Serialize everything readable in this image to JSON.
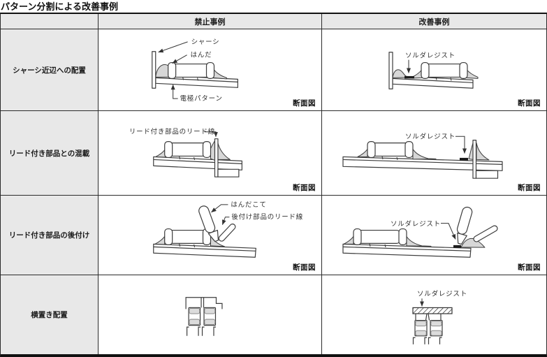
{
  "title": "パターン分割による改善事例",
  "table": {
    "col_headers": [
      "禁止事例",
      "改善事例"
    ],
    "rows": [
      {
        "label": "シャーシ近辺への配置",
        "prohibited": {
          "labels": {
            "chassis": "シャーシ",
            "solder": "はんだ",
            "electrode_pattern": "電極パターン"
          },
          "caption": "断面図"
        },
        "improved": {
          "labels": {
            "solder_resist": "ソルダレジスト"
          },
          "caption": "断面図"
        }
      },
      {
        "label": "リード付き部品との混載",
        "prohibited": {
          "labels": {
            "lead_wire": "リード付き部品のリード線"
          },
          "caption": "断面図"
        },
        "improved": {
          "labels": {
            "solder_resist": "ソルダレジスト"
          },
          "caption": "断面図"
        }
      },
      {
        "label": "リード付き部品の後付け",
        "prohibited": {
          "labels": {
            "soldering_iron": "はんだこて",
            "retrofit_lead_wire": "後付け部品のリード線"
          },
          "caption": "断面図"
        },
        "improved": {
          "labels": {
            "solder_resist": "ソルダレジスト"
          },
          "caption": "断面図"
        }
      },
      {
        "label": "横置き配置",
        "prohibited": {
          "labels": {}
        },
        "improved": {
          "labels": {
            "solder_resist": "ソルダレジスト"
          }
        }
      }
    ]
  },
  "colors": {
    "header_bg": "#e8e8e8",
    "line": "#3c3c3c",
    "solder_fill": "#d7d7d7",
    "resist_mark": "#1c1c1c",
    "border_heavy": "#111111"
  }
}
